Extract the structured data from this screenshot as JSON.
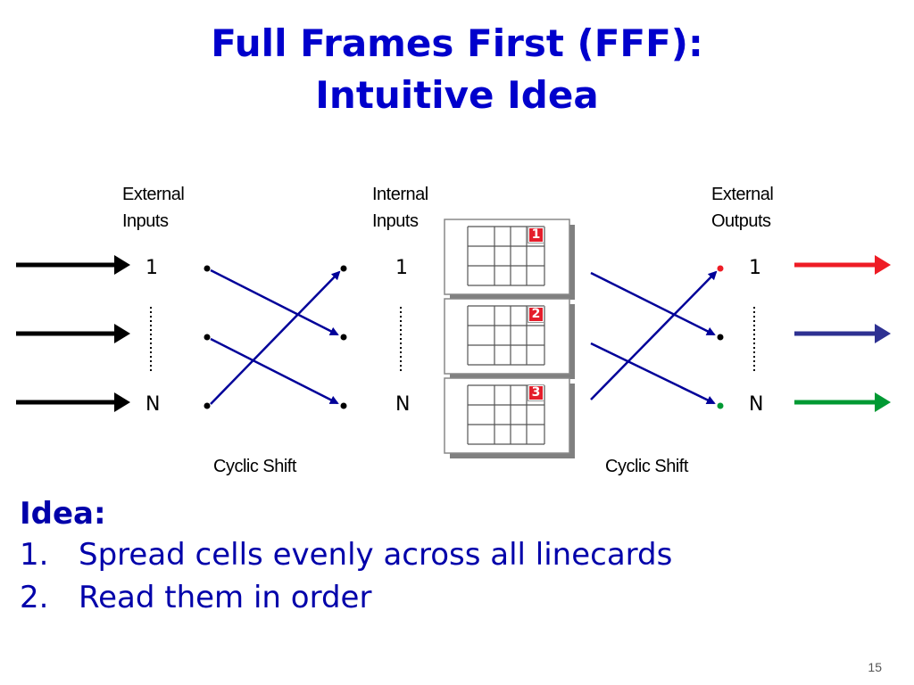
{
  "title": {
    "line1": "Full Frames First (FFF):",
    "line2": "Intuitive Idea"
  },
  "labels": {
    "external_inputs_1": "External",
    "external_inputs_2": "Inputs",
    "internal_inputs_1": "Internal",
    "internal_inputs_2": "Inputs",
    "external_outputs_1": "External",
    "external_outputs_2": "Outputs",
    "port_first": "1",
    "port_last": "N",
    "cyclic_shift_left": "Cyclic Shift",
    "cyclic_shift_right": "Cyclic Shift"
  },
  "linecards": [
    "1",
    "2",
    "3"
  ],
  "idea": {
    "heading": "Idea:",
    "items": [
      {
        "num": "1.",
        "text": "Spread cells evenly across all linecards"
      },
      {
        "num": "2.",
        "text": "Read them in order"
      }
    ]
  },
  "page_number": "15",
  "colors": {
    "title": "#0000cc",
    "link": "#000099",
    "badge": "#e41e2b",
    "output_red": "#ee1c25",
    "output_blue": "#2e3192",
    "output_green": "#009933"
  }
}
